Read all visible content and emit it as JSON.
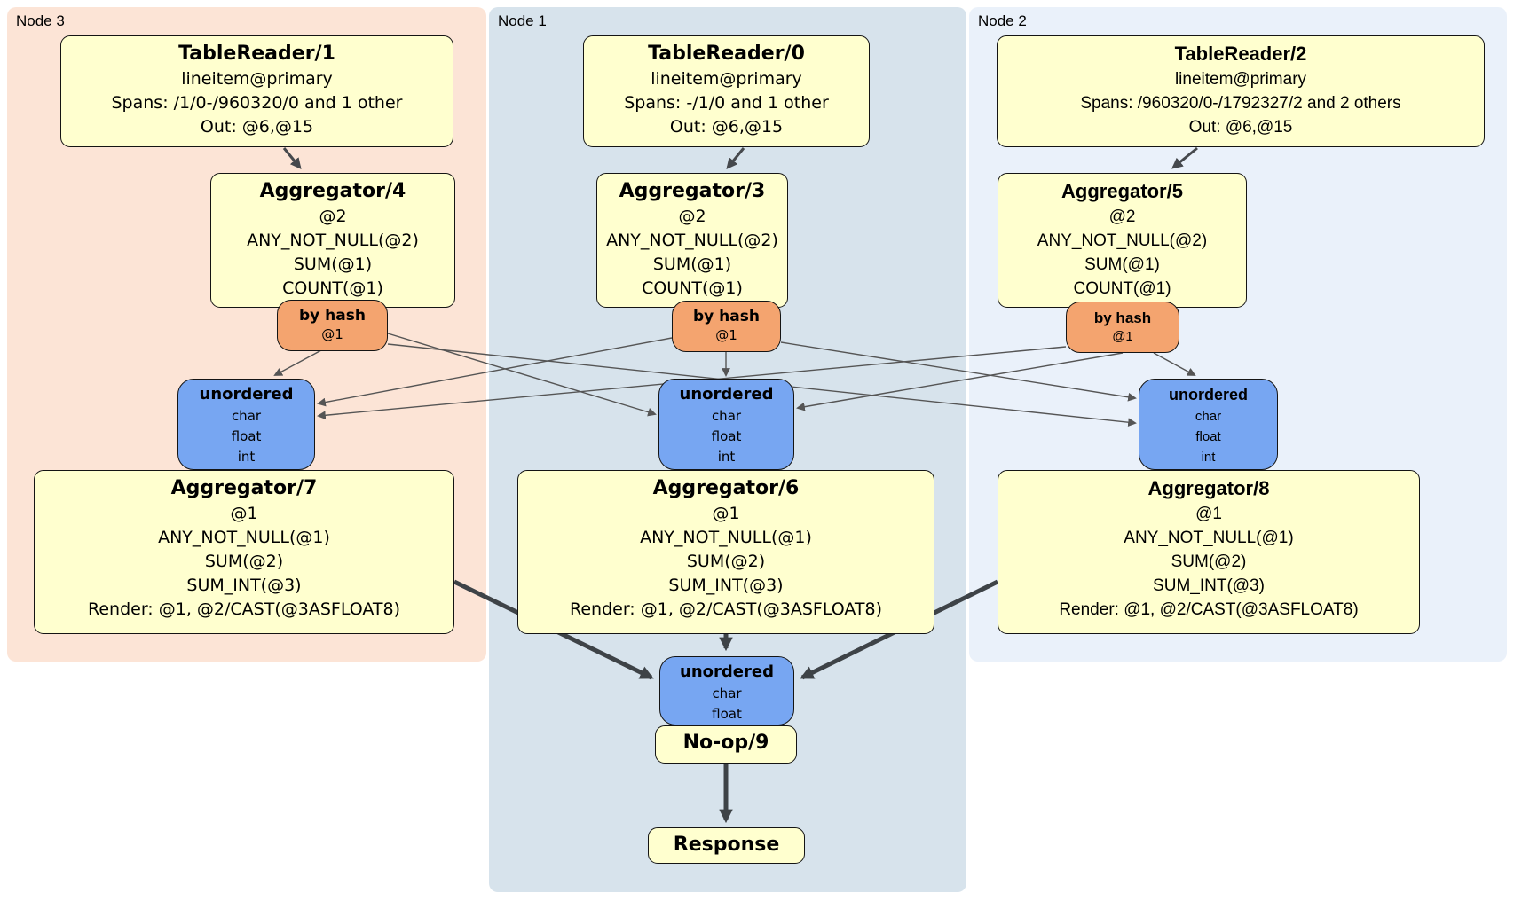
{
  "colors": {
    "panel_node3": "#fce4d6",
    "panel_node1": "#d7e3ec",
    "panel_node2": "#eaf1fa",
    "processor_fill": "#ffffcf",
    "router_fill": "#f4a46f",
    "sync_fill": "#77a6f2",
    "edge_thin": "#555555",
    "edge_medium": "#46494d",
    "edge_thick": "#3e4347"
  },
  "nodes": [
    {
      "label": "Node 3",
      "tablereader": {
        "title": "TableReader/1",
        "lines": [
          "lineitem@primary",
          "Spans: /1/0-/960320/0 and 1 other",
          "Out: @6,@15"
        ]
      },
      "aggregator": {
        "title": "Aggregator/4",
        "lines": [
          "@2",
          "ANY_NOT_NULL(@2)",
          "SUM(@1)",
          "COUNT(@1)"
        ]
      },
      "router": {
        "title": "by hash",
        "lines": [
          "@1"
        ]
      },
      "sync": {
        "title": "unordered",
        "lines": [
          "char",
          "float",
          "int"
        ]
      },
      "final_aggregator": {
        "title": "Aggregator/7",
        "lines": [
          "@1",
          "ANY_NOT_NULL(@1)",
          "SUM(@2)",
          "SUM_INT(@3)",
          "Render: @1, @2/CAST(@3ASFLOAT8)"
        ]
      }
    },
    {
      "label": "Node 1",
      "tablereader": {
        "title": "TableReader/0",
        "lines": [
          "lineitem@primary",
          "Spans: -/1/0 and 1 other",
          "Out: @6,@15"
        ]
      },
      "aggregator": {
        "title": "Aggregator/3",
        "lines": [
          "@2",
          "ANY_NOT_NULL(@2)",
          "SUM(@1)",
          "COUNT(@1)"
        ]
      },
      "router": {
        "title": "by hash",
        "lines": [
          "@1"
        ]
      },
      "sync": {
        "title": "unordered",
        "lines": [
          "char",
          "float",
          "int"
        ]
      },
      "final_aggregator": {
        "title": "Aggregator/6",
        "lines": [
          "@1",
          "ANY_NOT_NULL(@1)",
          "SUM(@2)",
          "SUM_INT(@3)",
          "Render: @1, @2/CAST(@3ASFLOAT8)"
        ]
      },
      "final_sync": {
        "title": "unordered",
        "lines": [
          "char",
          "float"
        ]
      },
      "noop": {
        "title": "No-op/9"
      },
      "response": {
        "title": "Response"
      }
    },
    {
      "label": "Node 2",
      "tablereader": {
        "title": "TableReader/2",
        "lines": [
          "lineitem@primary",
          "Spans: /960320/0-/1792327/2 and 2 others",
          "Out: @6,@15"
        ]
      },
      "aggregator": {
        "title": "Aggregator/5",
        "lines": [
          "@2",
          "ANY_NOT_NULL(@2)",
          "SUM(@1)",
          "COUNT(@1)"
        ]
      },
      "router": {
        "title": "by hash",
        "lines": [
          "@1"
        ]
      },
      "sync": {
        "title": "unordered",
        "lines": [
          "char",
          "float",
          "int"
        ]
      },
      "final_aggregator": {
        "title": "Aggregator/8",
        "lines": [
          "@1",
          "ANY_NOT_NULL(@1)",
          "SUM(@2)",
          "SUM_INT(@3)",
          "Render: @1, @2/CAST(@3ASFLOAT8)"
        ]
      }
    }
  ]
}
